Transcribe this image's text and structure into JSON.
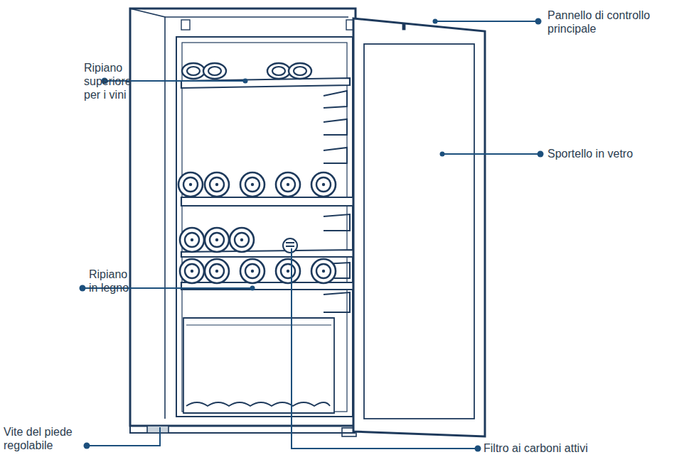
{
  "diagram": {
    "labels": [
      "Ripiano superiore per i vini",
      "Ripiano in legno",
      "Vite del piede regolabile",
      "Pannello di controllo principale",
      "Sportello in vetro",
      "Filtro ai carboni attivi"
    ]
  }
}
